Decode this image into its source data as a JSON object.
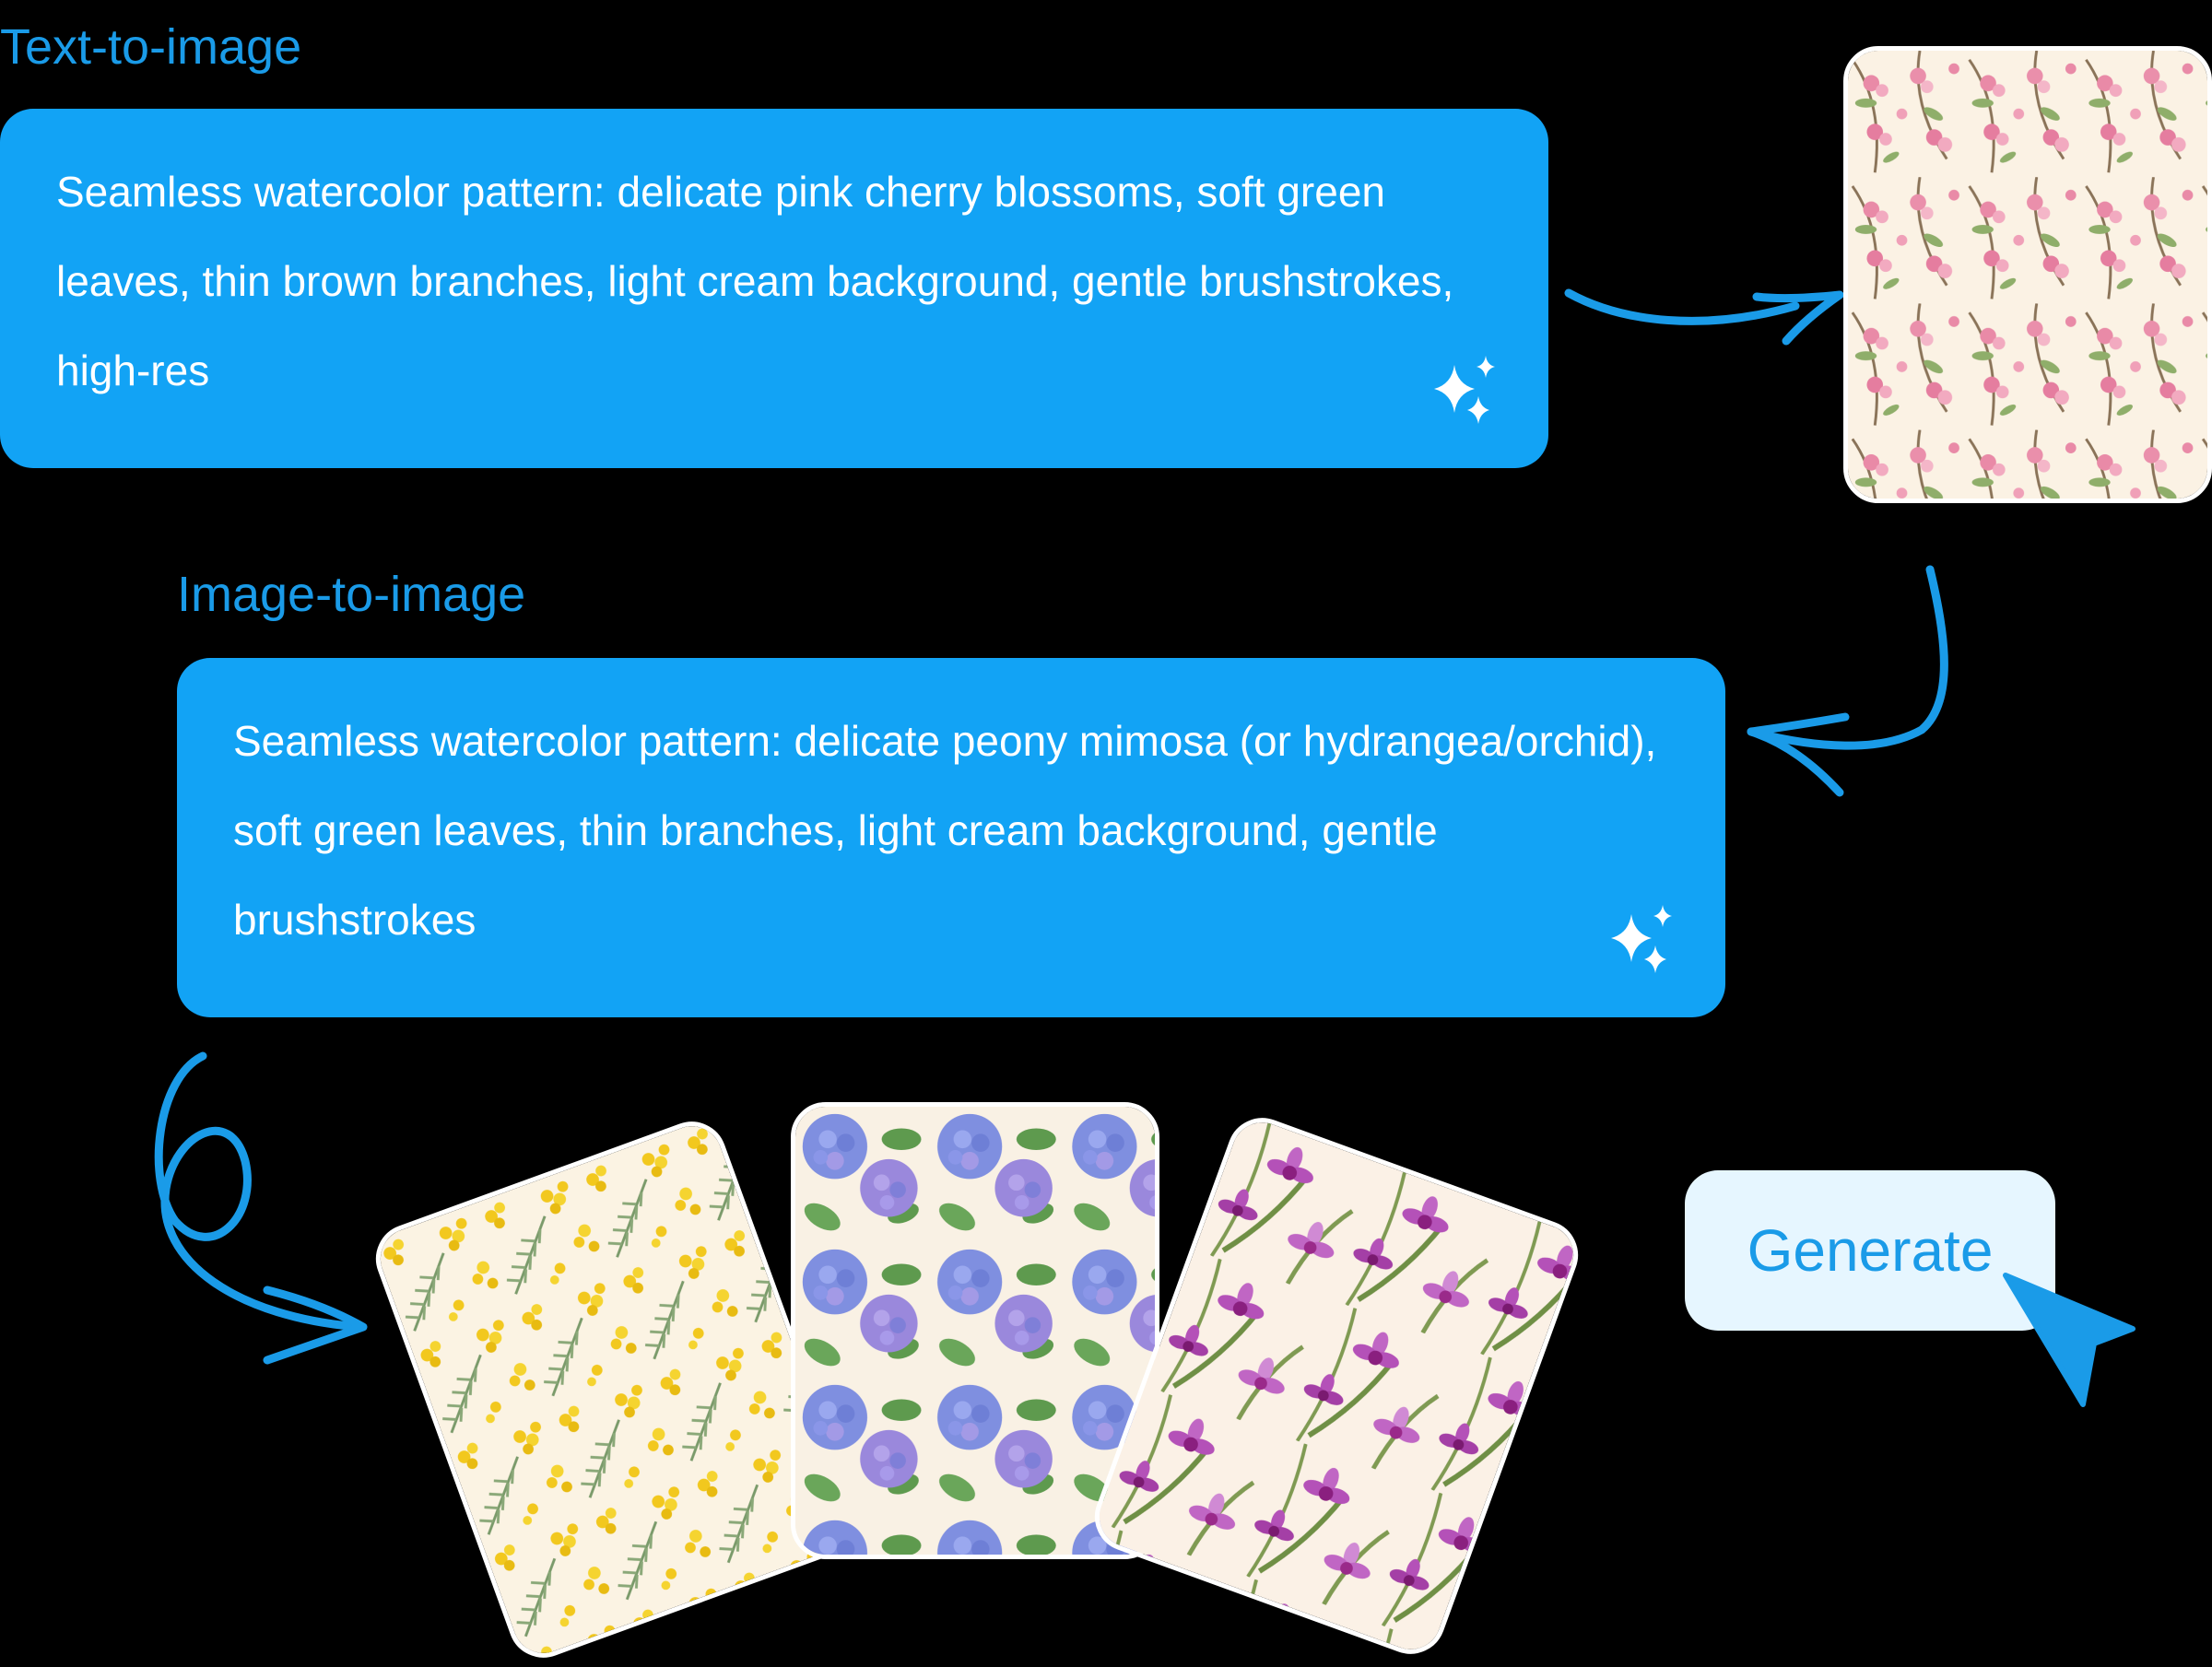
{
  "text_to_image": {
    "label": "Text-to-image",
    "prompt": "Seamless watercolor pattern: delicate pink cherry blossoms, soft green leaves, thin brown branches, light cream background, gentle brushstrokes, high-res",
    "sparkle_icon": "sparkles-icon",
    "result_icon": "cherry-blossom-pattern"
  },
  "image_to_image": {
    "label": "Image-to-image",
    "prompt": "Seamless watercolor pattern: delicate peony mimosa (or hydrangea/orchid), soft green leaves, thin branches, light cream background, gentle brushstrokes",
    "sparkle_icon": "sparkles-icon",
    "results": [
      "mimosa-pattern",
      "hydrangea-pattern",
      "orchid-pattern"
    ]
  },
  "generate_button": {
    "label": "Generate"
  },
  "colors": {
    "background": "#000000",
    "accent": "#1a9be8",
    "card": "#12a3f5",
    "button_bg": "#e6f6ff",
    "cream": "#fbf3e3"
  }
}
